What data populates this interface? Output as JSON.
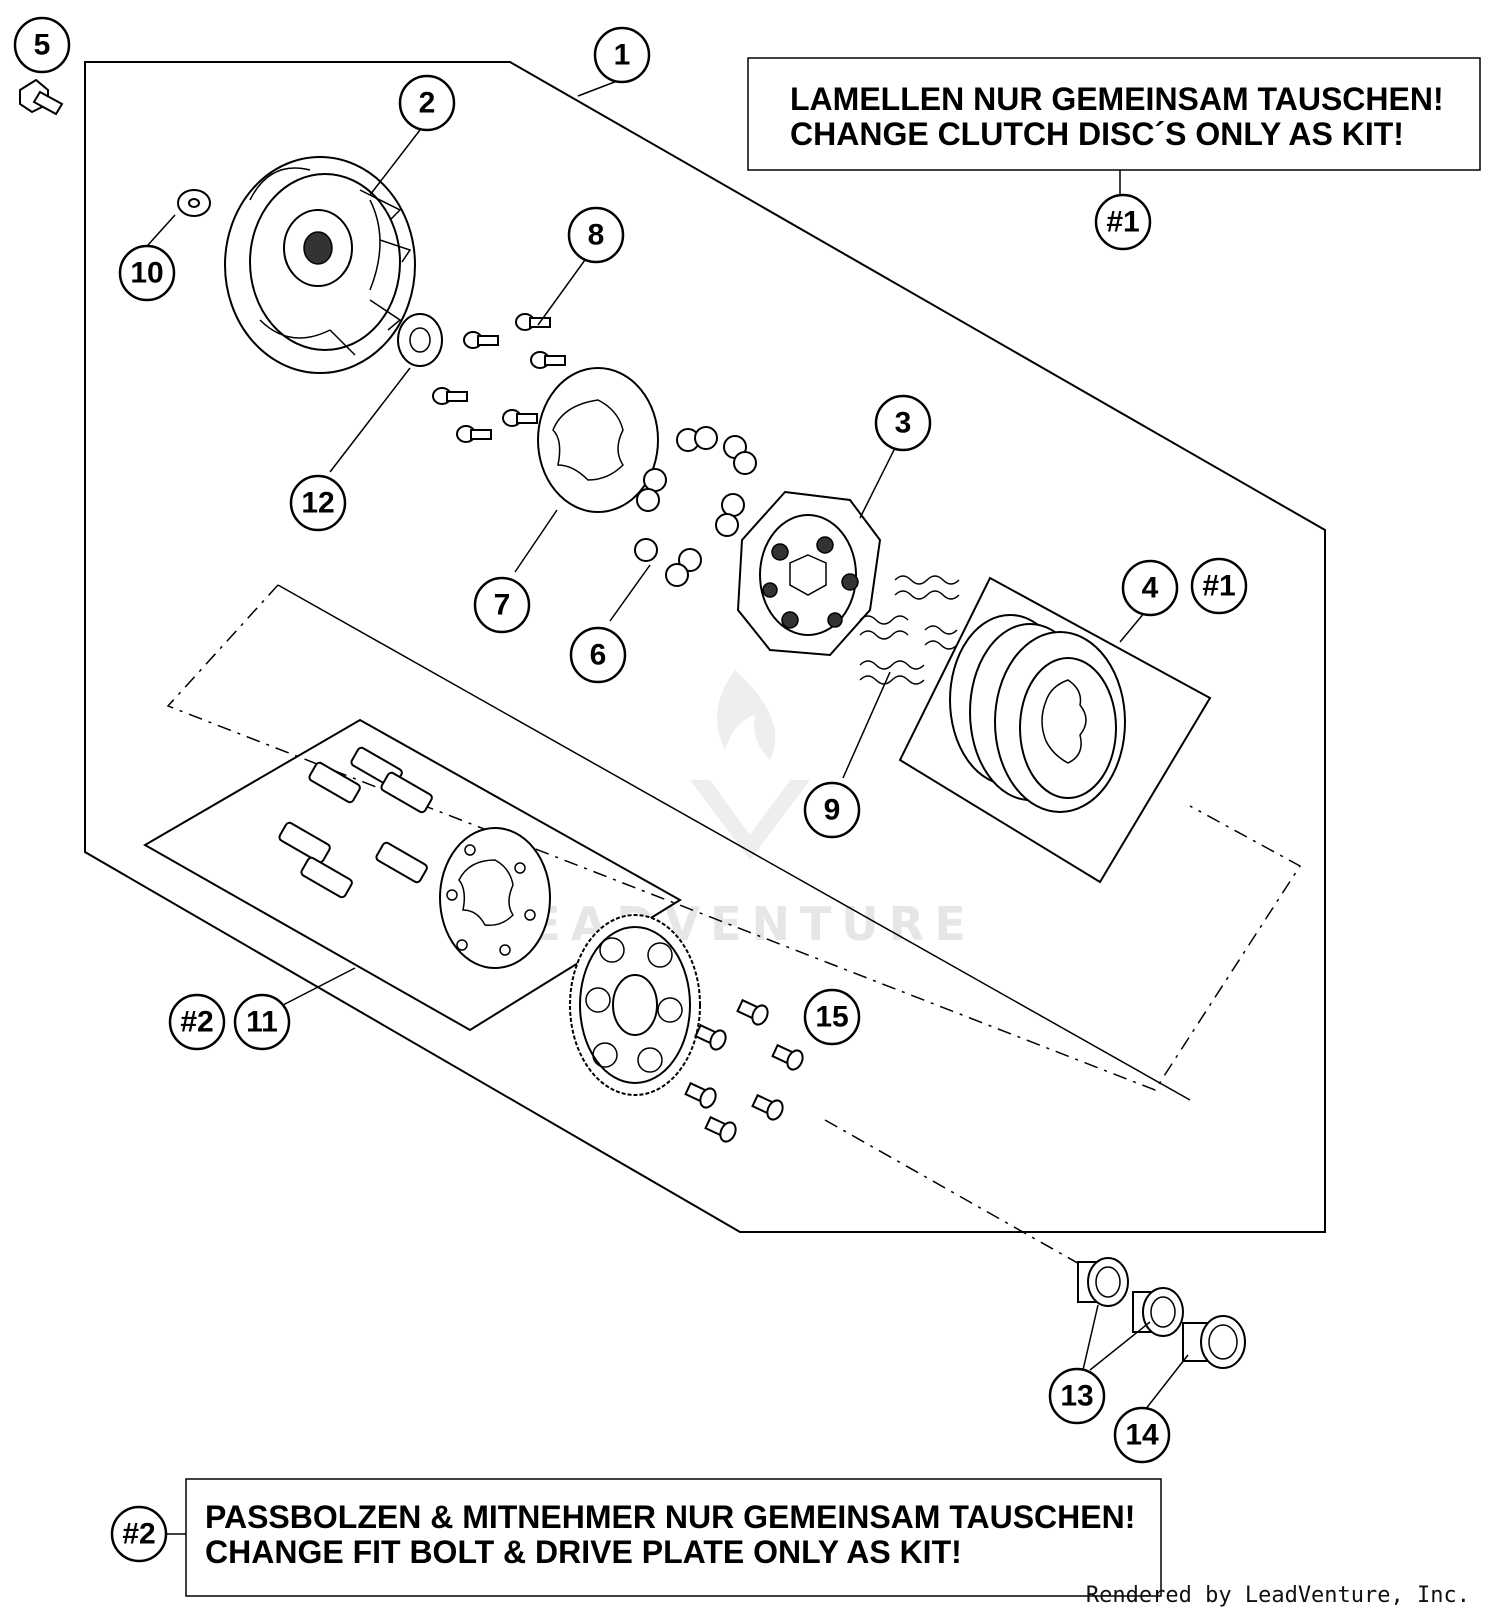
{
  "notes": {
    "kit1": {
      "line1": "LAMELLEN NUR GEMEINSAM TAUSCHEN!",
      "line2": "CHANGE CLUTCH DISC´S ONLY AS KIT!",
      "tag": "#1"
    },
    "kit2": {
      "line1": "PASSBOLZEN & MITNEHMER NUR GEMEINSAM TAUSCHEN!",
      "line2": "CHANGE FIT BOLT & DRIVE PLATE ONLY AS KIT!",
      "tag": "#2"
    }
  },
  "callouts": {
    "c1": "1",
    "c2": "2",
    "c3": "3",
    "c4": "4",
    "c5": "5",
    "c6": "6",
    "c7": "7",
    "c8": "8",
    "c9": "9",
    "c10": "10",
    "c11": "11",
    "c12": "12",
    "c13": "13",
    "c14": "14",
    "c15": "15",
    "k1a": "#1",
    "k1b": "#1",
    "k2a": "#2",
    "k2b": "#2"
  },
  "watermark": "LEADVENTURE",
  "credit": "Rendered by LeadVenture, Inc."
}
